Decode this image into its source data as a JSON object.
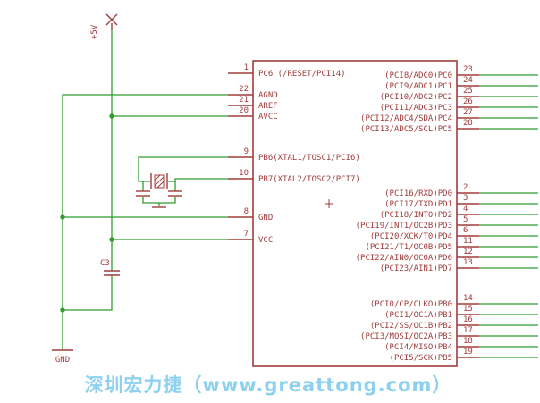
{
  "power": {
    "vcc": "+5V",
    "gnd": "GND"
  },
  "parts": {
    "c3": "C3"
  },
  "ic": {
    "left_pins": [
      {
        "num": "1",
        "label": "PC6 (/RESET/PCI14)"
      },
      {
        "num": "22",
        "label": "AGND"
      },
      {
        "num": "21",
        "label": "AREF"
      },
      {
        "num": "20",
        "label": "AVCC"
      },
      {
        "num": "9",
        "label": "PB6(XTAL1/TOSC1/PCI6)"
      },
      {
        "num": "10",
        "label": "PB7(XTAL2/TOSC2/PCI7)"
      },
      {
        "num": "8",
        "label": "GND"
      },
      {
        "num": "7",
        "label": "VCC"
      }
    ],
    "right_pins": [
      {
        "num": "23",
        "label": "(PCI8/ADC0)PC0"
      },
      {
        "num": "24",
        "label": "(PCI9/ADC1)PC1"
      },
      {
        "num": "25",
        "label": "(PCI10/ADC2)PC2"
      },
      {
        "num": "26",
        "label": "(PCI11/ADC3)PC3"
      },
      {
        "num": "27",
        "label": "(PCI12/ADC4/SDA)PC4"
      },
      {
        "num": "28",
        "label": "(PCI13/ADC5/SCL)PC5"
      },
      {
        "num": "2",
        "label": "(PCI16/RXD)PD0"
      },
      {
        "num": "3",
        "label": "(PCI17/TXD)PD1"
      },
      {
        "num": "4",
        "label": "(PCI18/INT0)PD2"
      },
      {
        "num": "5",
        "label": "(PCI19/INT1/OC2B)PD3"
      },
      {
        "num": "6",
        "label": "(PCI20/XCK/T0)PD4"
      },
      {
        "num": "11",
        "label": "(PCI21/T1/OC0B)PD5"
      },
      {
        "num": "12",
        "label": "(PCI22/AIN0/OC0A)PD6"
      },
      {
        "num": "13",
        "label": "(PCI23/AIN1)PD7"
      },
      {
        "num": "14",
        "label": "(PCI0/CP/CLKO)PB0"
      },
      {
        "num": "15",
        "label": "(PCI1/OC1A)PB1"
      },
      {
        "num": "16",
        "label": "(PCI2/SS/OC1B)PB2"
      },
      {
        "num": "17",
        "label": "(PCI3/MOSI/OC2A)PB3"
      },
      {
        "num": "18",
        "label": "(PCI4/MISO)PB4"
      },
      {
        "num": "19",
        "label": "(PCI5/SCK)PB5"
      }
    ]
  },
  "watermark": {
    "text": "深圳宏力捷（www.greattong.com）"
  },
  "colors": {
    "wire": "#2f9e2f",
    "part": "#a03c3c",
    "watermark": "#8dd0f0"
  }
}
